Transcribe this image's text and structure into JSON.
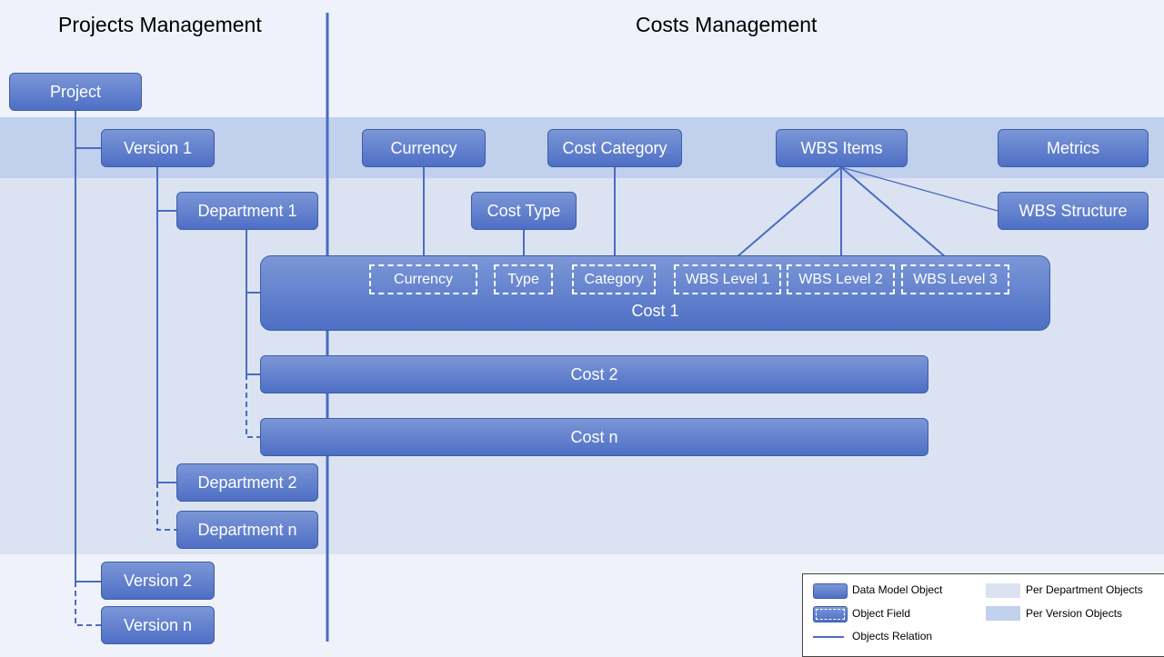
{
  "titles": {
    "projects_management": "Projects Management",
    "costs_management": "Costs Management"
  },
  "project_tree": {
    "project": "Project",
    "version_1": "Version 1",
    "department_1": "Department 1",
    "department_2": "Department 2",
    "department_n": "Department n",
    "version_2": "Version 2",
    "version_n": "Version n"
  },
  "per_version_objects": {
    "currency": "Currency",
    "cost_category": "Cost Category",
    "wbs_items": "WBS Items",
    "metrics": "Metrics"
  },
  "other_objects": {
    "cost_type": "Cost Type",
    "wbs_structure": "WBS Structure"
  },
  "costs": {
    "cost_1": {
      "label": "Cost 1",
      "fields": [
        "Currency",
        "Type",
        "Category",
        "WBS Level 1",
        "WBS Level 2",
        "WBS Level 3"
      ]
    },
    "cost_2": "Cost 2",
    "cost_n": "Cost n"
  },
  "legend": {
    "data_model_object": "Data Model Object",
    "object_field": "Object Field",
    "objects_relation": "Objects Relation",
    "per_department_objects": "Per Department Objects",
    "per_version_objects": "Per Version Objects"
  },
  "colors": {
    "object_fill": "#5878c9",
    "relation_line": "#4a6cc0",
    "per_version_band": "#c1d0ec",
    "per_department_band": "#dbe3f3",
    "background": "#eff2fa"
  }
}
